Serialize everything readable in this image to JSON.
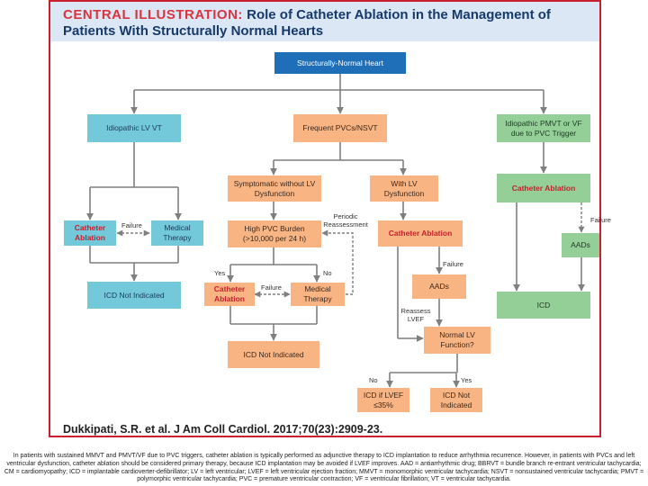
{
  "header": {
    "title_accent": "CENTRAL ILLUSTRATION:",
    "title_line1": " Role of Catheter Ablation in the Management of",
    "title_line2": "Patients With Structurally Normal Hearts"
  },
  "nodes": {
    "root": "Structurally-Normal Heart",
    "idiopathic_lv_vt": "Idiopathic LV VT",
    "frequent_pvcs": "Frequent PVCs/NSVT",
    "idiopathic_pmvt": "Idiopathic PMVT or VF due to PVC Trigger",
    "left_catheter_ablation": "Catheter Ablation",
    "left_medical_therapy": "Medical Therapy",
    "left_icd_not_indicated": "ICD Not Indicated",
    "symptomatic": "Symptomatic without LV Dysfunction",
    "high_pvc_burden": "High PVC Burden (>10,000 per 24 h)",
    "mid_catheter_ablation": "Catheter Ablation",
    "mid_medical_therapy": "Medical Therapy",
    "mid_icd_not_indicated": "ICD Not Indicated",
    "with_lv_dysfunction": "With LV Dysfunction",
    "lvd_catheter_ablation": "Catheter Ablation",
    "lvd_aads": "AADs",
    "normal_lv_function": "Normal LV Function?",
    "icd_if_lvef": "ICD if LVEF ≤35%",
    "icd_not_indicated_yes": "ICD Not Indicated",
    "right_catheter_ablation": "Catheter Ablation",
    "right_aads": "AADs",
    "right_icd": "ICD"
  },
  "labels": {
    "failure": "Failure",
    "periodic_reassessment": "Periodic Reassessment",
    "yes": "Yes",
    "no": "No",
    "reassess_lvef": "Reassess LVEF"
  },
  "citation": "Dukkipati, S.R. et al. J Am Coll Cardiol. 2017;70(23):2909-23.",
  "footnote": "In patients with sustained MMVT and PMVT/VF due to PVC triggers, catheter ablation is typically performed as adjunctive therapy to ICD implantation to reduce arrhythmia recurrence. However, in patients with PVCs and left ventricular dysfunction, catheter ablation should be considered primary therapy, because ICD implantation may be avoided if LVEF improves. AAD = antiarrhythmic drug; BBRVT = bundle branch re-entrant ventricular tachycardia; CM = cardiomyopathy; ICD = implantable cardioverter-defibrillator; LV = left ventricular; LVEF = left ventricular ejection fraction; MMVT = monomorphic ventricular tachycardia; NSVT = nonsustained ventricular tachycardia; PMVT = polymorphic ventricular tachycardia; PVC = premature ventricular contraction; VF = ventricular fibrillation; VT = ventricular tachycardia.",
  "colors": {
    "border": "#c8202e",
    "header_bg": "#dbe7f4",
    "title_accent": "#d9343f",
    "title_text": "#163a6b",
    "blue_box": "#73c8da",
    "navy_box": "#1f6fb8",
    "orange_box": "#f8b483",
    "green_box": "#94cf98",
    "line": "#7f7f7f"
  }
}
